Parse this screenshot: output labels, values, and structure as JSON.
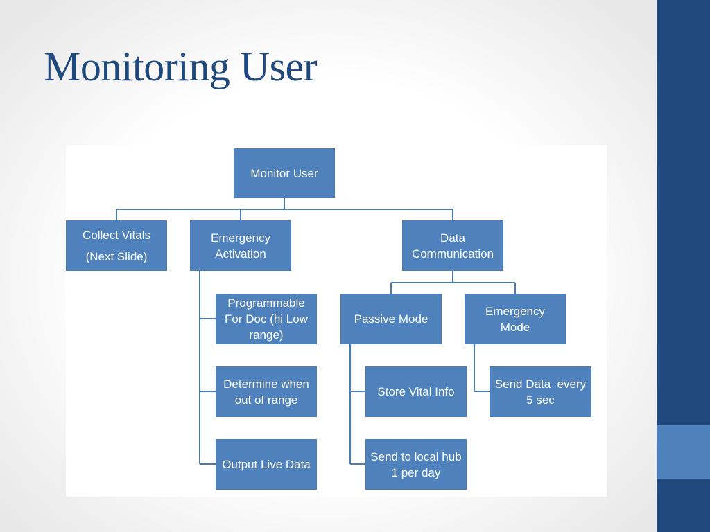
{
  "slide": {
    "title": "Monitoring User"
  },
  "diagram": {
    "root": "Monitor User",
    "collect_vitals": {
      "line1": "Collect Vitals",
      "line2": "(Next Slide)"
    },
    "emergency_activation": "Emergency Activation",
    "data_communication": "Data Communication",
    "programmable": "Programmable For Doc (hi Low range)",
    "determine_range": "Determine when out of range",
    "output_live": "Output Live Data",
    "passive_mode": "Passive Mode",
    "emergency_mode": "Emergency Mode",
    "store_vital": "Store Vital Info",
    "send_local_hub": "Send to local hub 1 per day",
    "send_data": "Send Data  every 5 sec"
  },
  "colors": {
    "title": "#1f497d",
    "box_fill": "#4f81bd",
    "connector": "#4a7ab2",
    "sidebar": "#1f497d",
    "sidebar_accent": "#4f81bd"
  }
}
